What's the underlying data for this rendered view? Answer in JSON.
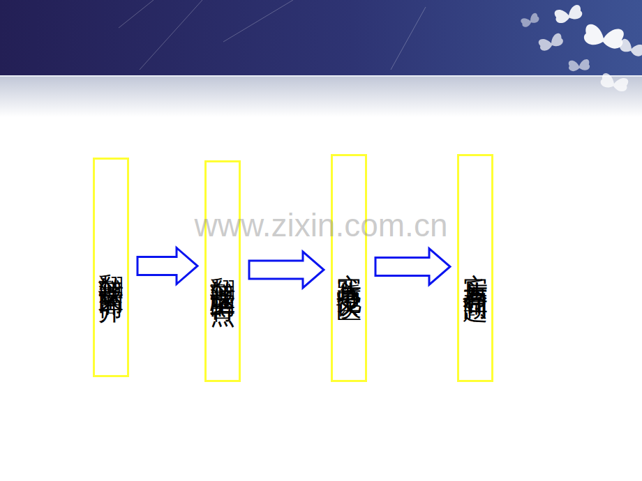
{
  "diagram": {
    "nodes": [
      {
        "text": [
          "翻转课堂的简介"
        ]
      },
      {
        "text": [
          "翻转课堂的特点"
        ]
      },
      {
        "text": [
          "实践与常见误区"
        ]
      },
      {
        "text": [
          "实质与存在问题"
        ]
      }
    ],
    "edges": [
      {
        "from": 0,
        "to": 1,
        "arrow": "to"
      },
      {
        "from": 1,
        "to": 2,
        "arrow": "to"
      },
      {
        "from": 2,
        "to": 3,
        "arrow": "to"
      }
    ],
    "labels": [
      "www.zixin.com.cn"
    ]
  }
}
